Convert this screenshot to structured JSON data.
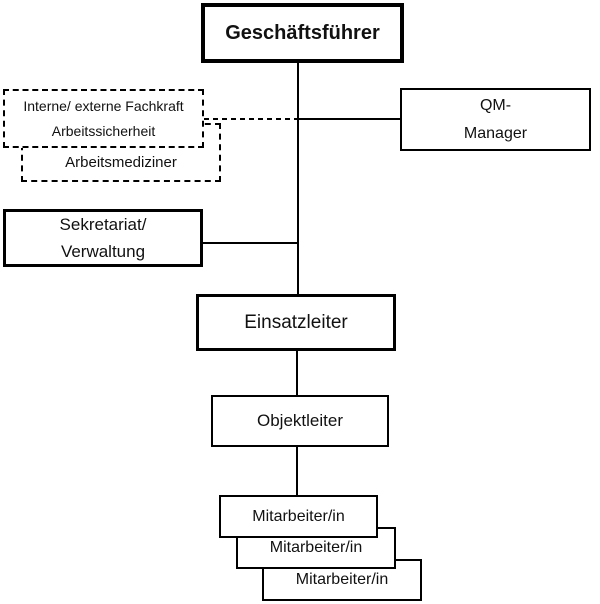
{
  "diagram": {
    "type": "org-chart",
    "nodes": {
      "geschaeftsfuehrer": {
        "label": "Geschäftsführer",
        "border": "solid-extra-bold"
      },
      "fachkraft_arbeitssicherheit": {
        "line1": "Interne/ externe Fachkraft",
        "line2": "Arbeitssicherheit",
        "border": "dashed"
      },
      "arbeitsmediziner": {
        "label": "Arbeitsmediziner",
        "border": "dashed"
      },
      "qm_manager": {
        "line1": "QM-",
        "line2": "Manager",
        "border": "solid"
      },
      "sekretariat_verwaltung": {
        "line1": "Sekretariat/",
        "line2": "Verwaltung",
        "border": "solid"
      },
      "einsatzleiter": {
        "label": "Einsatzleiter",
        "border": "solid-bold"
      },
      "objektleiter": {
        "label": "Objektleiter",
        "border": "solid"
      },
      "mitarbeiter_1": {
        "label": "Mitarbeiter/in",
        "border": "solid"
      },
      "mitarbeiter_2": {
        "label": "Mitarbeiter/in",
        "border": "solid"
      },
      "mitarbeiter_3": {
        "label": "Mitarbeiter/in",
        "border": "solid"
      }
    },
    "edges": [
      {
        "from": "geschaeftsfuehrer",
        "to": "einsatzleiter",
        "style": "solid"
      },
      {
        "from": "geschaeftsfuehrer",
        "to": "qm_manager",
        "style": "solid"
      },
      {
        "from": "geschaeftsfuehrer",
        "to": "fachkraft_arbeitssicherheit",
        "style": "dashed"
      },
      {
        "from": "geschaeftsfuehrer",
        "to": "sekretariat_verwaltung",
        "style": "solid"
      },
      {
        "from": "einsatzleiter",
        "to": "objektleiter",
        "style": "solid"
      },
      {
        "from": "objektleiter",
        "to": "mitarbeiter_1",
        "style": "solid"
      }
    ],
    "colors": {
      "line": "#000000",
      "box_border": "#000000",
      "text": "#111111",
      "background": "#ffffff"
    }
  }
}
